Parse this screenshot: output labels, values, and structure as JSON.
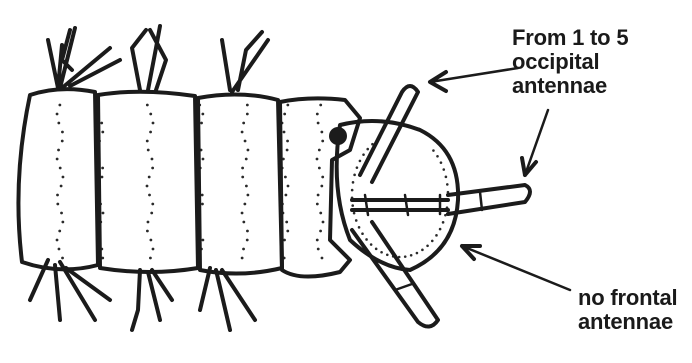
{
  "labels": {
    "occipital": [
      "From 1 to 5",
      "occipital",
      "antennae"
    ],
    "frontal": [
      "no frontal",
      "antennae"
    ]
  },
  "colors": {
    "ink": "#1b1b1b",
    "background": "#ffffff"
  }
}
